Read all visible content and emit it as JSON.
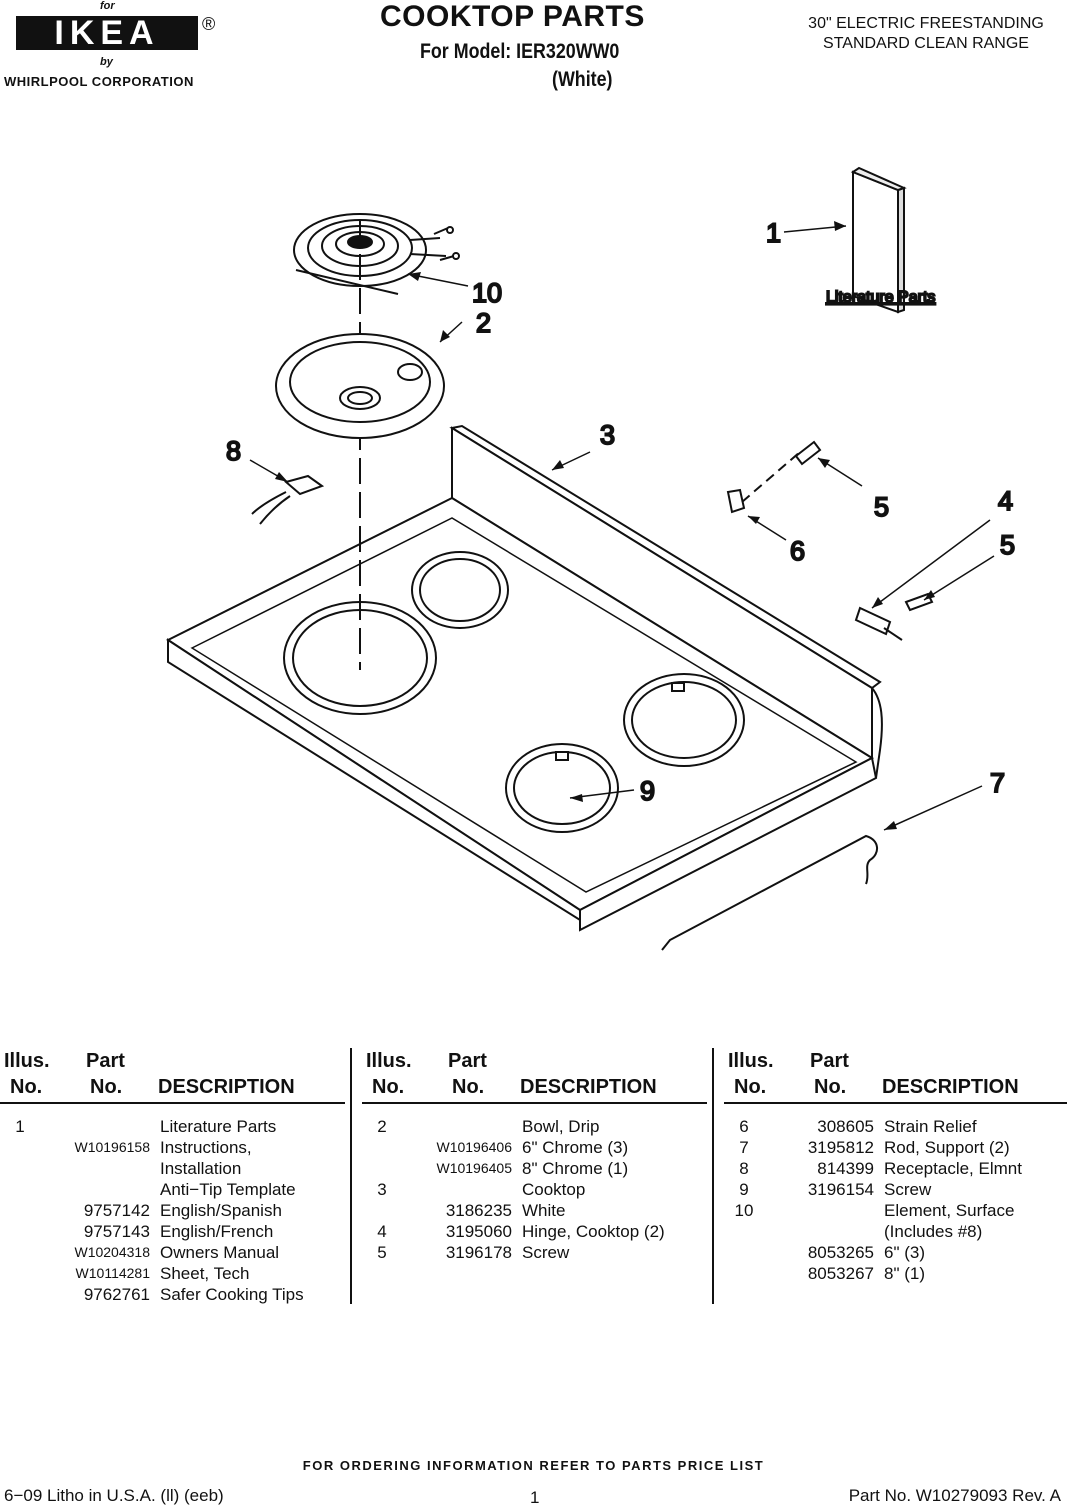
{
  "header": {
    "logo_for": "for",
    "logo_brand": "IKEA",
    "logo_reg": "®",
    "logo_by": "by",
    "logo_corp": "WHIRLPOOL CORPORATION",
    "title": "COOKTOP PARTS",
    "model": "For Model: IER320WW0",
    "color": "(White)",
    "range_line1": "30\" ELECTRIC FREESTANDING",
    "range_line2": "STANDARD CLEAN RANGE"
  },
  "diagram": {
    "callouts": [
      "1",
      "10",
      "2",
      "3",
      "8",
      "5",
      "4",
      "6",
      "5",
      "9",
      "7"
    ],
    "literature_label": "Literature Parts"
  },
  "table": {
    "headers": {
      "illus_line1": "Illus.",
      "illus_line2": "No.",
      "part_line1": "Part",
      "part_line2": "No.",
      "description": "DESCRIPTION"
    },
    "columns": [
      [
        {
          "illus": "1",
          "part": "",
          "desc": "Literature Parts"
        },
        {
          "illus": "",
          "part": "W10196158",
          "desc": "Instructions,"
        },
        {
          "illus": "",
          "part": "",
          "desc": "Installation"
        },
        {
          "illus": "",
          "part": "",
          "desc": "Anti−Tip Template"
        },
        {
          "illus": "",
          "part": "9757142",
          "desc": "English/Spanish"
        },
        {
          "illus": "",
          "part": "9757143",
          "desc": "English/French"
        },
        {
          "illus": "",
          "part": "W10204318",
          "desc": "Owners Manual"
        },
        {
          "illus": "",
          "part": "W10114281",
          "desc": "Sheet, Tech"
        },
        {
          "illus": "",
          "part": "9762761",
          "desc": "Safer Cooking Tips"
        }
      ],
      [
        {
          "illus": "2",
          "part": "",
          "desc": "Bowl, Drip"
        },
        {
          "illus": "",
          "part": "W10196406",
          "desc": "6\" Chrome (3)"
        },
        {
          "illus": "",
          "part": "W10196405",
          "desc": "8\" Chrome (1)"
        },
        {
          "illus": "3",
          "part": "",
          "desc": "Cooktop"
        },
        {
          "illus": "",
          "part": "3186235",
          "desc": "White"
        },
        {
          "illus": "4",
          "part": "3195060",
          "desc": "Hinge, Cooktop (2)"
        },
        {
          "illus": "5",
          "part": "3196178",
          "desc": "Screw"
        }
      ],
      [
        {
          "illus": "6",
          "part": "308605",
          "desc": "Strain Relief"
        },
        {
          "illus": "7",
          "part": "3195812",
          "desc": "Rod, Support (2)"
        },
        {
          "illus": "8",
          "part": "814399",
          "desc": "Receptacle, Elmnt"
        },
        {
          "illus": "9",
          "part": "3196154",
          "desc": "Screw"
        },
        {
          "illus": "10",
          "part": "",
          "desc": "Element, Surface"
        },
        {
          "illus": "",
          "part": "",
          "desc": "(Includes #8)"
        },
        {
          "illus": "",
          "part": "8053265",
          "desc": "6\" (3)"
        },
        {
          "illus": "",
          "part": "8053267",
          "desc": "8\" (1)"
        }
      ]
    ]
  },
  "footer": {
    "ordering": "FOR ORDERING INFORMATION REFER TO PARTS PRICE LIST",
    "litho": "6−09 Litho in U.S.A. (ll) (eeb)",
    "page": "1",
    "part_no": "Part No. W10279093 Rev. A"
  }
}
